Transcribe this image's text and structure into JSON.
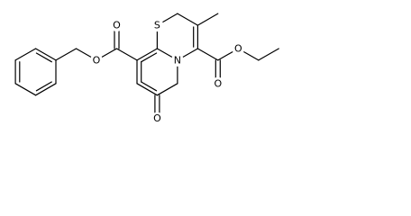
{
  "atoms": [
    {
      "id": "S1",
      "label": "S"
    },
    {
      "id": "N1",
      "label": "N"
    },
    {
      "id": "O_oxo",
      "label": "O"
    },
    {
      "id": "O_ester1_carbonyl",
      "label": "O"
    },
    {
      "id": "O_ester1_ether",
      "label": "O"
    },
    {
      "id": "O_ester2_carbonyl",
      "label": "O"
    },
    {
      "id": "O_ester2_ether",
      "label": "O"
    }
  ],
  "colors": {
    "bond": "#000000",
    "text": "#000000",
    "background": "#ffffff"
  }
}
